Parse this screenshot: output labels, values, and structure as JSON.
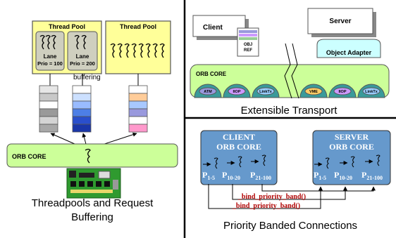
{
  "threadpools": {
    "pool_left_title": "Thread Pool",
    "pool_right_title": "Thread Pool",
    "lane1_label": "Lane",
    "lane1_prio": "Prio = 100",
    "lane2_label": "Lane",
    "lane2_prio": "Prio = 200",
    "buffering_label": "buffering",
    "orb_core_label": "ORB CORE",
    "caption_line1": "Threadpools and Request",
    "caption_line2": "Buffering"
  },
  "transport": {
    "client_label": "Client",
    "server_label": "Server",
    "obj_label": "OBJ",
    "ref_label": "REF",
    "object_adapter_label": "Object Adapter",
    "orb_core_label": "ORB CORE",
    "left_protocols": [
      "ATM",
      "IIOP",
      "LinkTx"
    ],
    "right_protocols": [
      "VME",
      "IIOP",
      "LinkTx"
    ],
    "caption": "Extensible Transport"
  },
  "priority": {
    "client_orb_line1": "CLIENT",
    "client_orb_line2": "ORB  CORE",
    "server_orb_line1": "SERVER",
    "server_orb_line2": "ORB  CORE",
    "bands": [
      "P",
      "P",
      "P"
    ],
    "band_subs": [
      "1-5",
      "10-20",
      "21-100"
    ],
    "bind_label_1": "_bind_priority_band()",
    "bind_label_2": "_bind_priority_band()",
    "caption": "Priority Banded Connections"
  },
  "colors": {
    "yellow_pool": "#ffff99",
    "lane_gray": "#cfcfbf",
    "orb_green": "#ccff99",
    "blue_box": "#6699cc",
    "arc_teal": "#3a9a9a",
    "red_text": "#b00000",
    "board_green": "#2f9a2f"
  }
}
